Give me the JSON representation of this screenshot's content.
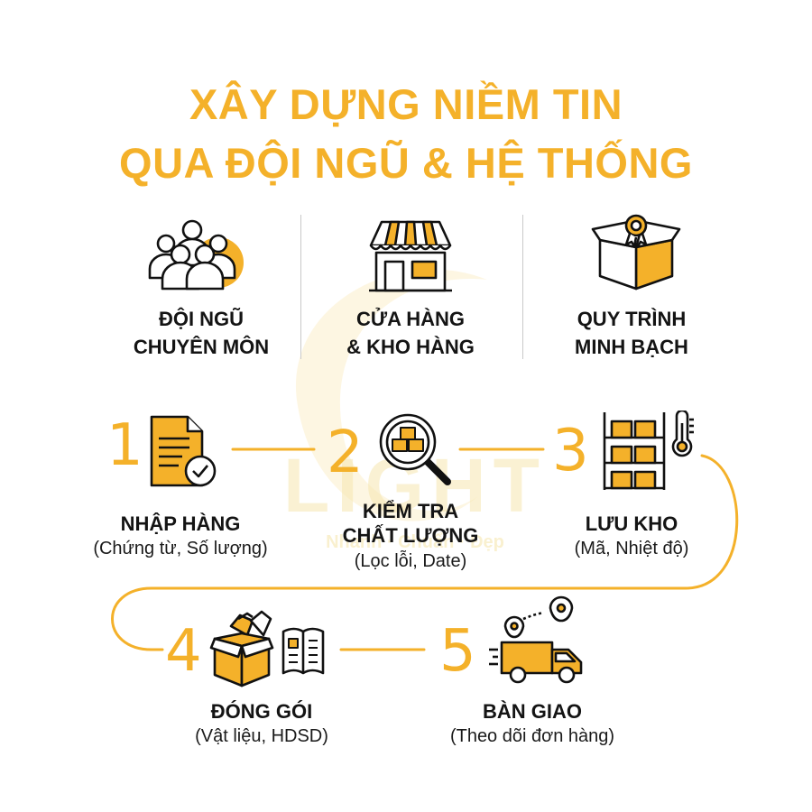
{
  "title": {
    "line1": "XÂY DỰNG NIỀM TIN",
    "line2": "QUA ĐỘI NGŨ & HỆ THỐNG"
  },
  "pillars": [
    {
      "line1": "ĐỘI NGŨ",
      "line2": "CHUYÊN MÔN",
      "icon": "team-icon"
    },
    {
      "line1": "CỬA HÀNG",
      "line2": "& KHO HÀNG",
      "icon": "storefront-icon"
    },
    {
      "line1": "QUY TRÌNH",
      "line2": "MINH BẠCH",
      "icon": "open-box-icon"
    }
  ],
  "steps": [
    {
      "number": "1",
      "title": "NHẬP HÀNG",
      "subtitle": "(Chứng từ, Số lượng)",
      "icon": "document-check-icon"
    },
    {
      "number": "2",
      "title_line1": "KIỂM TRA",
      "title_line2": "CHẤT LƯỢNG",
      "subtitle": "(Lọc lỗi, Date)",
      "icon": "magnifier-boxes-icon"
    },
    {
      "number": "3",
      "title": "LƯU KHO",
      "subtitle": "(Mã, Nhiệt độ)",
      "icon": "shelf-thermometer-icon"
    },
    {
      "number": "4",
      "title": "ĐÓNG GÓI",
      "subtitle": "(Vật liệu, HDSD)",
      "icon": "packing-box-manual-icon"
    },
    {
      "number": "5",
      "title": "BÀN GIAO",
      "subtitle": "(Theo dõi đơn hàng)",
      "icon": "delivery-truck-icon"
    }
  ],
  "watermark": {
    "text": "LIGHT",
    "tagline": "Nhanh · Chuẩn · Đẹp"
  },
  "colors": {
    "accent": "#f4b12a",
    "ink": "#141414",
    "watermark": "#f6e7b0"
  }
}
